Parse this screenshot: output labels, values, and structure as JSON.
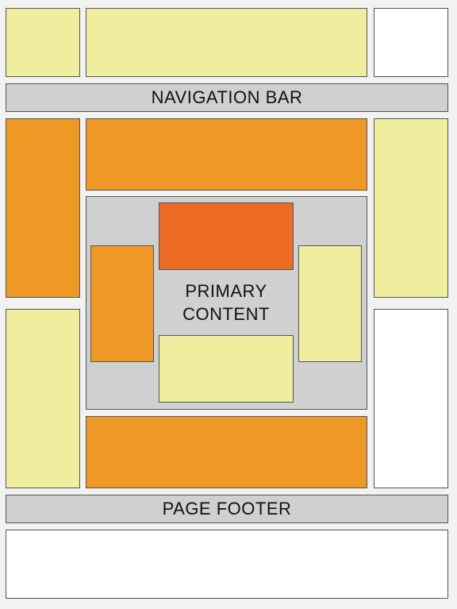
{
  "nav": {
    "label": "NAVIGATION BAR"
  },
  "primary": {
    "line1": "PRIMARY",
    "line2": "CONTENT"
  },
  "footer": {
    "label": "PAGE FOOTER"
  },
  "colors": {
    "background": "#f2f2f2",
    "yellow": "#efed9e",
    "orange": "#ee9825",
    "red_orange": "#ec6b25",
    "gray": "#d0d0d0",
    "white": "#ffffff",
    "border": "#555555"
  }
}
